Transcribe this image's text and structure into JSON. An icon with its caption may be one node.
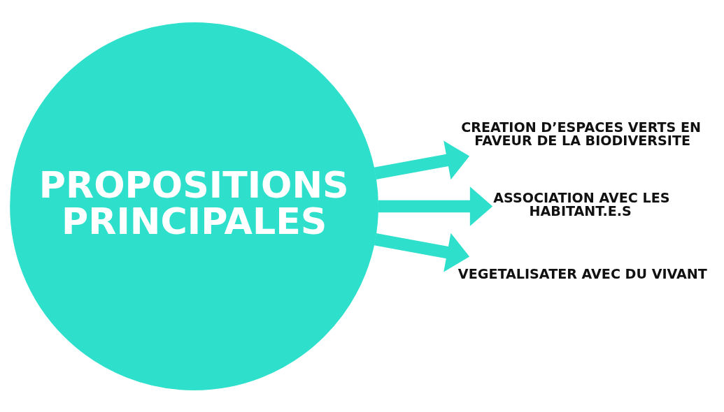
{
  "diagram": {
    "nodes": [
      {
        "text": [
          "PROPOSITIONS PRINCIPALES"
        ]
      },
      {
        "text": [
          "CREATION D’ESPACES VERTS EN FAVEUR DE LA BIODIVERSITE"
        ]
      },
      {
        "text": [
          "ASSOCIATION AVEC LES HABITANT.E.S"
        ]
      },
      {
        "text": [
          "VEGETALISATER AVEC DU VIVANT"
        ]
      }
    ],
    "edges": [
      {
        "from": 0,
        "to": 1,
        "arrow": "to"
      },
      {
        "from": 0,
        "to": 2,
        "arrow": "to"
      },
      {
        "from": 0,
        "to": 3,
        "arrow": "to"
      }
    ]
  }
}
